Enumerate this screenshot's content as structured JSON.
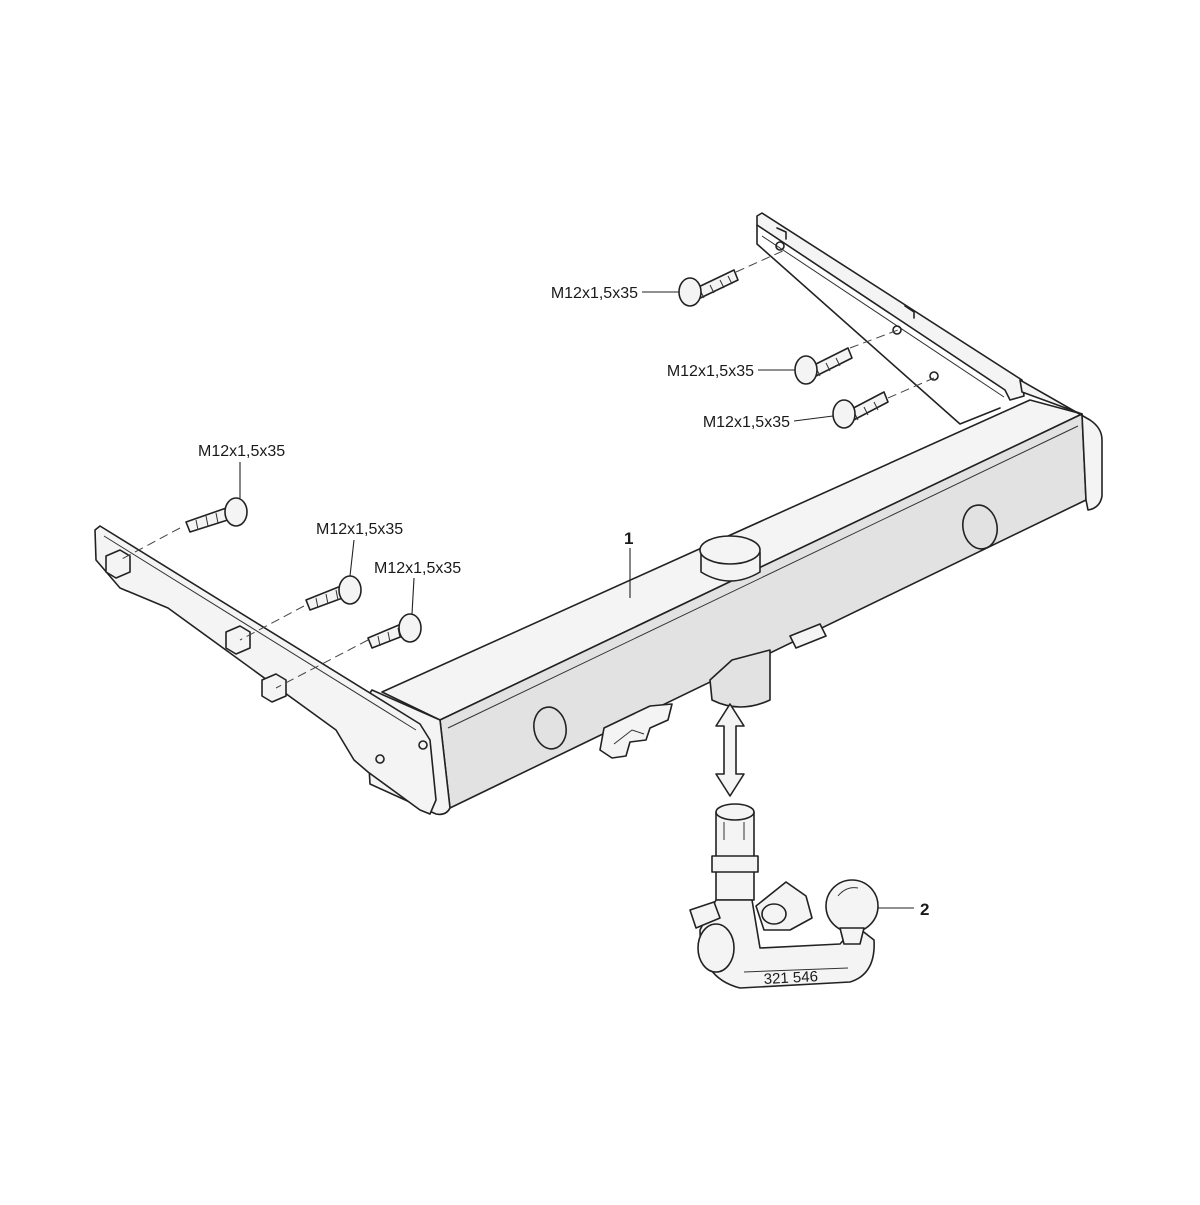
{
  "diagram": {
    "bolt_spec": "M12x1,5x35",
    "callouts": {
      "frame": "1",
      "ball_hitch": "2"
    },
    "part_number": "321 546"
  }
}
